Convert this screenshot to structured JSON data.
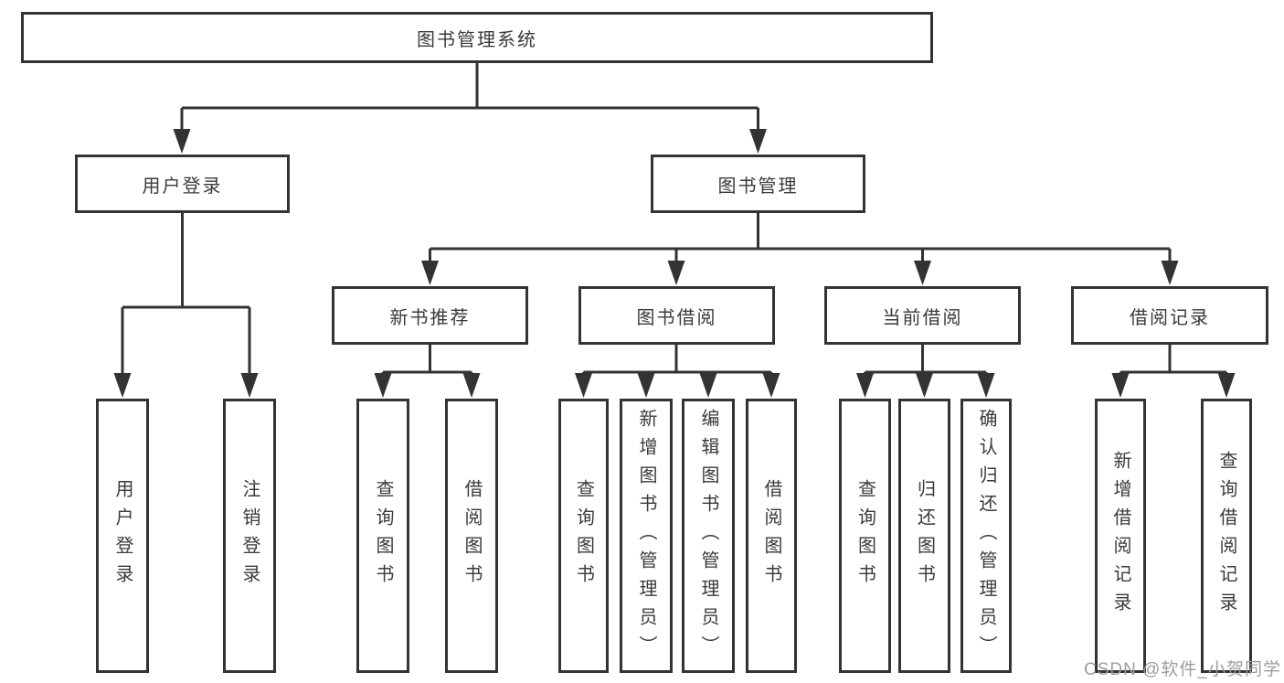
{
  "tree": {
    "root": "图书管理系统",
    "children": [
      {
        "label": "用户登录",
        "children": [
          "用户登录",
          "注销登录"
        ]
      },
      {
        "label": "图书管理",
        "children": [
          {
            "label": "新书推荐",
            "children": [
              "查询图书",
              "借阅图书"
            ]
          },
          {
            "label": "图书借阅",
            "children": [
              "查询图书",
              "新增图书（管理员）",
              "编辑图书（管理员）",
              "借阅图书"
            ]
          },
          {
            "label": "当前借阅",
            "children": [
              "查询图书",
              "归还图书",
              "确认归还（管理员）"
            ]
          },
          {
            "label": "借阅记录",
            "children": [
              "新增借阅记录",
              "查询借阅记录"
            ]
          }
        ]
      }
    ]
  },
  "watermark": {
    "text": "CSDN @软件_小贺同学"
  },
  "colors": {
    "line": "#333333",
    "text": "#3a3a3a",
    "watermark": "#9d9d9d",
    "bg": "#ffffff"
  }
}
